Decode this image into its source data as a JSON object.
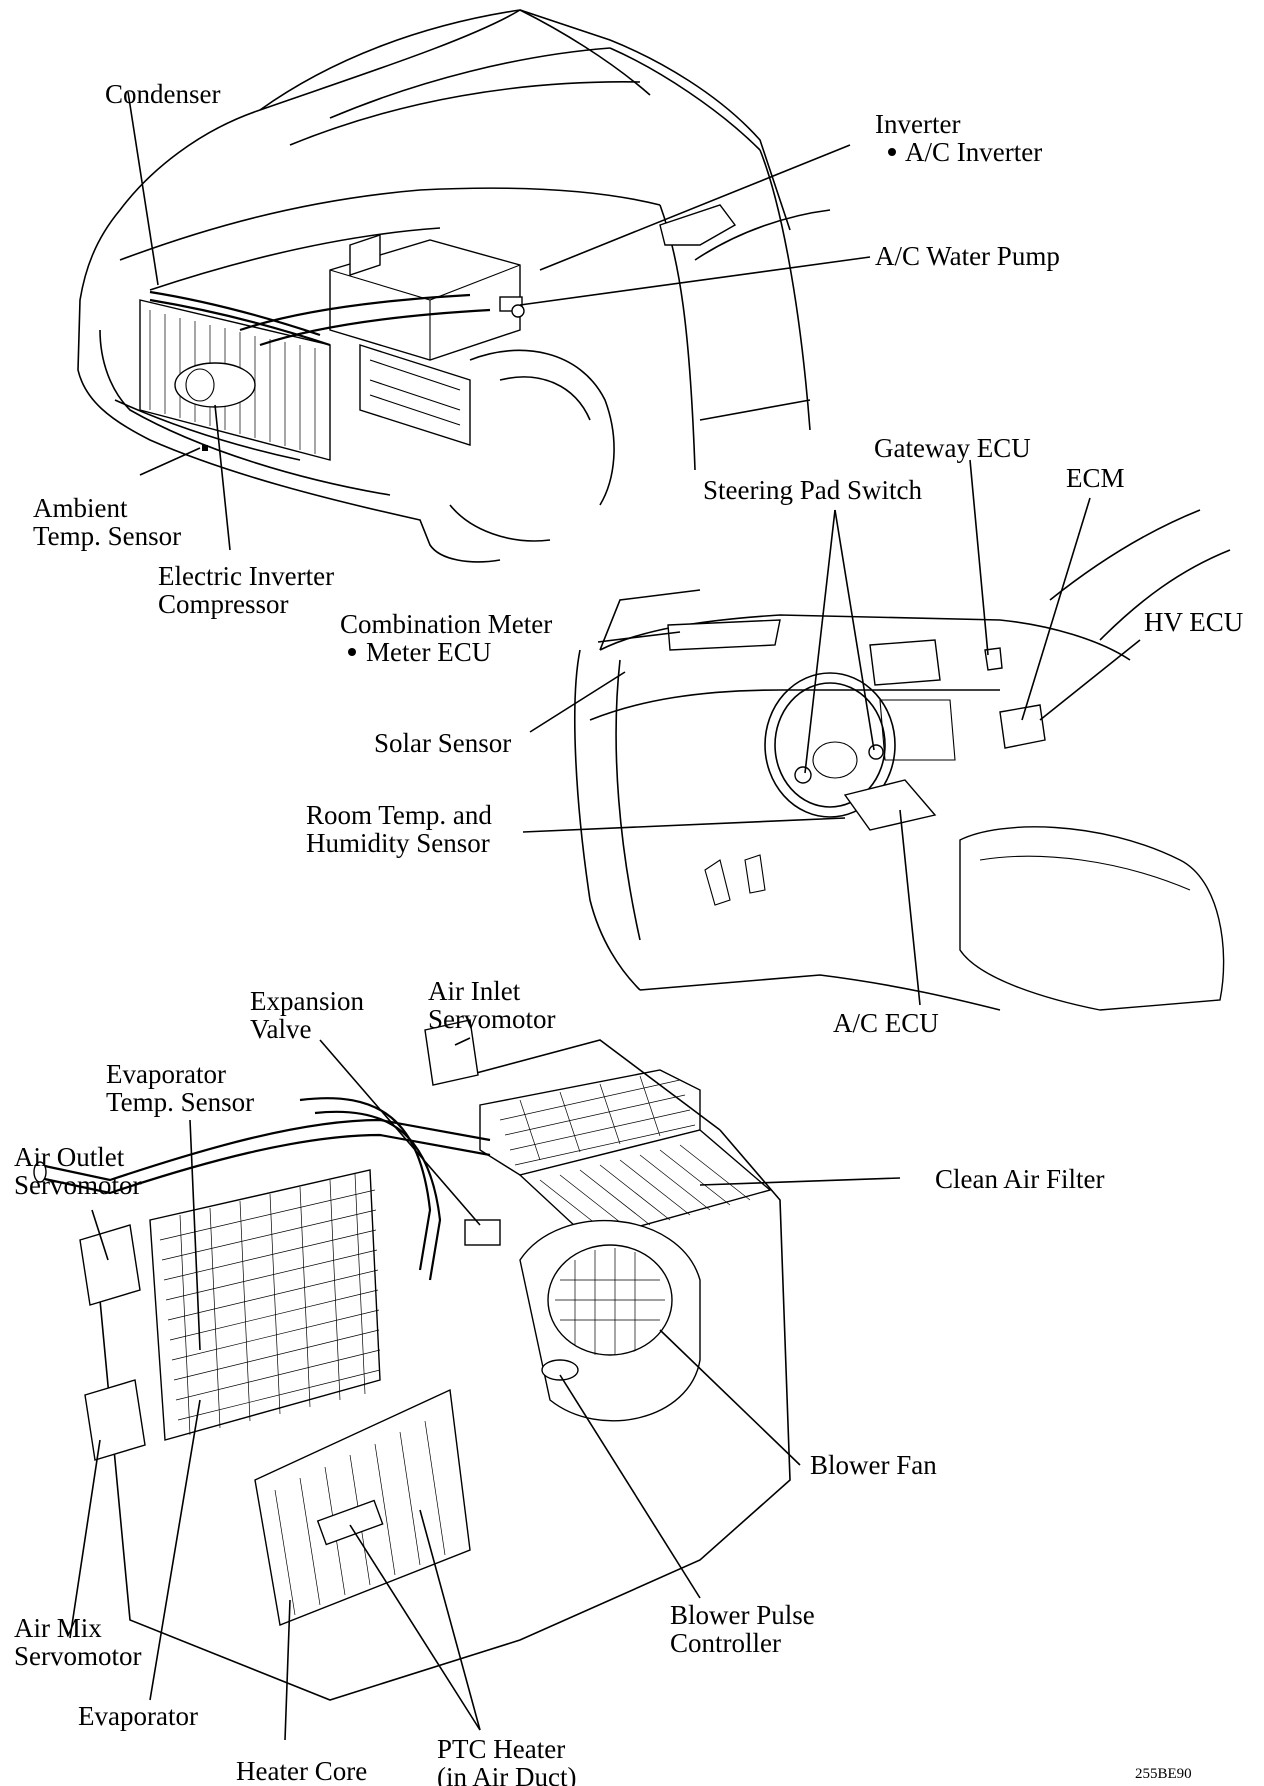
{
  "labels": {
    "condenser": "Condenser",
    "inverter": "Inverter",
    "ac_inverter": "A/C Inverter",
    "ac_water_pump": "A/C Water Pump",
    "ambient_temp_1": "Ambient",
    "ambient_temp_2": "Temp. Sensor",
    "electric_inverter_1": "Electric Inverter",
    "electric_inverter_2": "Compressor",
    "gateway_ecu": "Gateway ECU",
    "steering_pad_switch": "Steering Pad Switch",
    "ecm": "ECM",
    "hv_ecu": "HV ECU",
    "combination_meter": "Combination Meter",
    "meter_ecu": "Meter ECU",
    "solar_sensor": "Solar Sensor",
    "room_temp_1": "Room Temp. and",
    "room_temp_2": "Humidity Sensor",
    "ac_ecu": "A/C ECU",
    "expansion_valve_1": "Expansion",
    "expansion_valve_2": "Valve",
    "air_inlet_1": "Air Inlet",
    "air_inlet_2": "Servomotor",
    "evaporator_temp_1": "Evaporator",
    "evaporator_temp_2": "Temp. Sensor",
    "air_outlet_1": "Air Outlet",
    "air_outlet_2": "Servomotor",
    "clean_air_filter": "Clean Air Filter",
    "blower_fan": "Blower Fan",
    "blower_pulse_1": "Blower Pulse",
    "blower_pulse_2": "Controller",
    "air_mix_1": "Air Mix",
    "air_mix_2": "Servomotor",
    "evaporator": "Evaporator",
    "ptc_heater_1": "PTC Heater",
    "ptc_heater_2": "(in Air Duct)",
    "heater_core": "Heater Core"
  },
  "figure_code": "255BE90"
}
